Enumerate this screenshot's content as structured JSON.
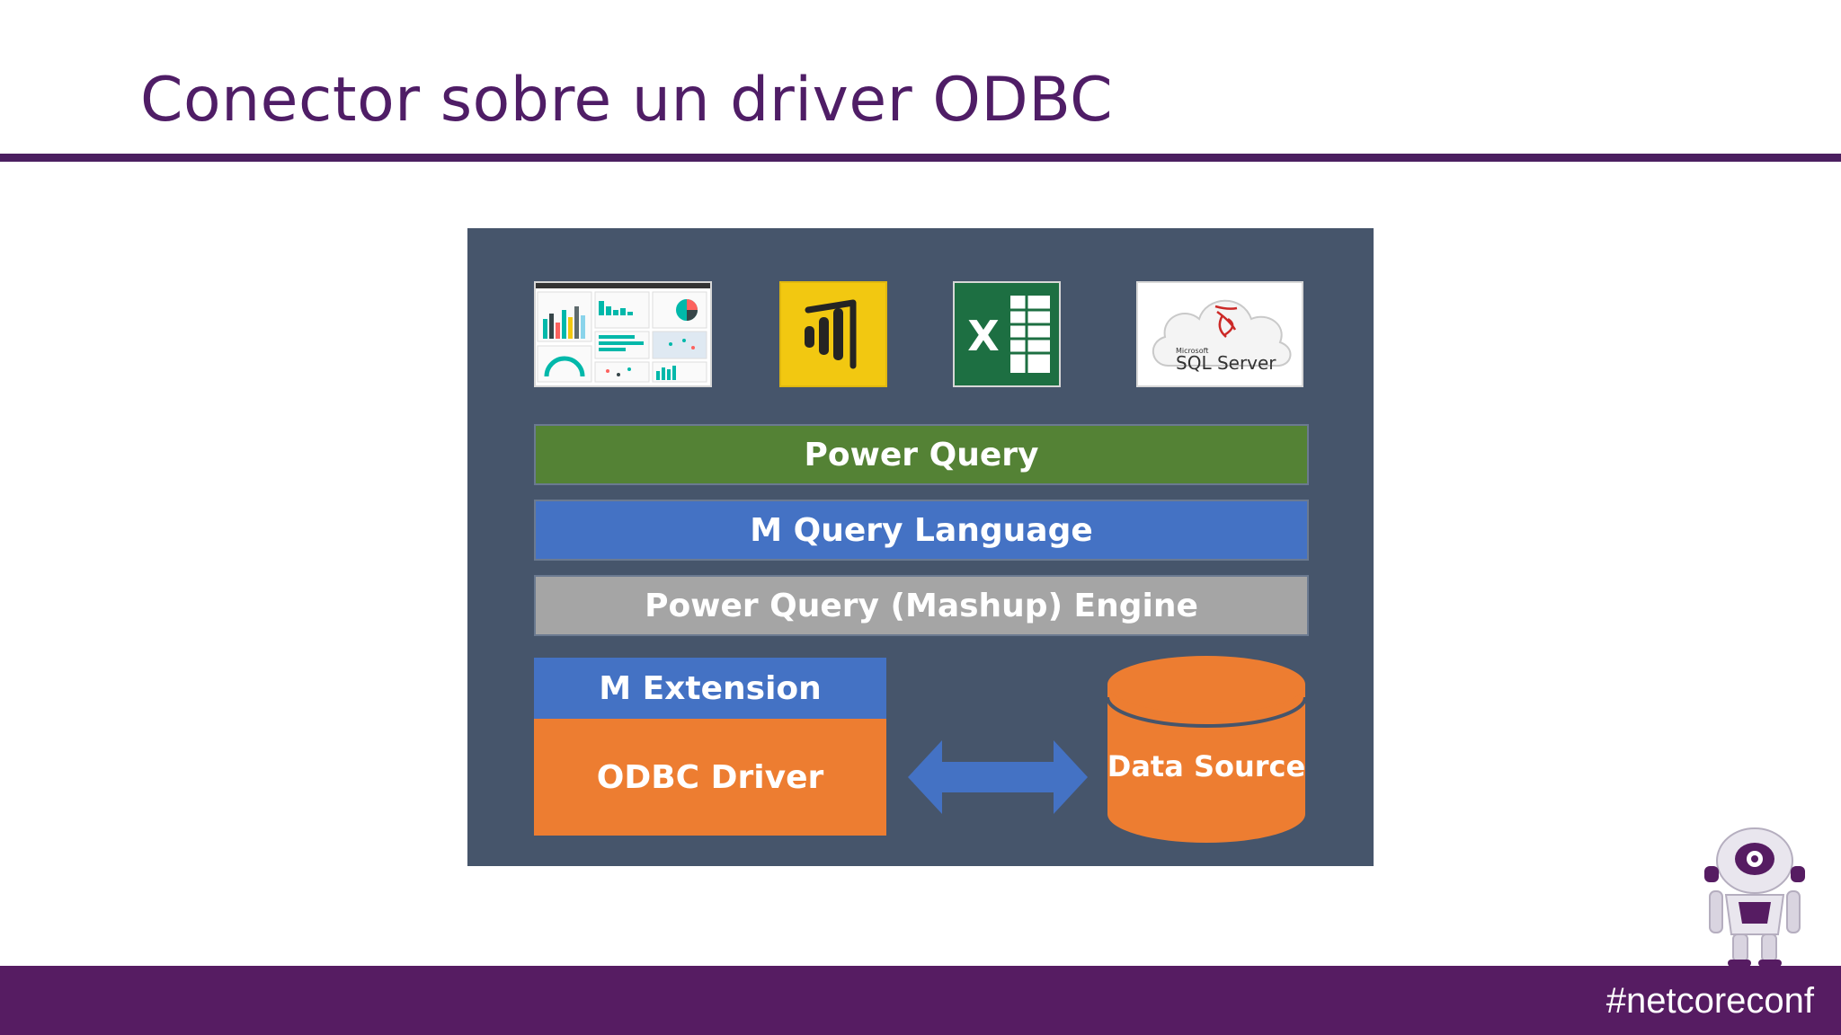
{
  "slide": {
    "title": "Conector sobre un driver ODBC",
    "hashtag": "#netcoreconf"
  },
  "diagram": {
    "apps": [
      {
        "name": "dashboard-screenshot"
      },
      {
        "name": "power-bi-logo"
      },
      {
        "name": "excel-logo"
      },
      {
        "name": "sql-server-logo",
        "brand_small": "Microsoft",
        "brand_large": "SQL Server"
      }
    ],
    "layers": {
      "power_query": "Power Query",
      "m_query_language": "M Query Language",
      "engine": "Power Query (Mashup) Engine"
    },
    "m_extension": "M Extension",
    "odbc_driver": "ODBC Driver",
    "data_source": "Data Source"
  },
  "colors": {
    "title": "#4f1d66",
    "rule": "#4b1f60",
    "panel": "#46556b",
    "green": "#548235",
    "blue": "#4472c4",
    "gray": "#a5a5a5",
    "orange": "#ed7d31",
    "powerbi_yellow": "#f2c811",
    "excel_green": "#1d6f42",
    "footer": "#561c62"
  }
}
